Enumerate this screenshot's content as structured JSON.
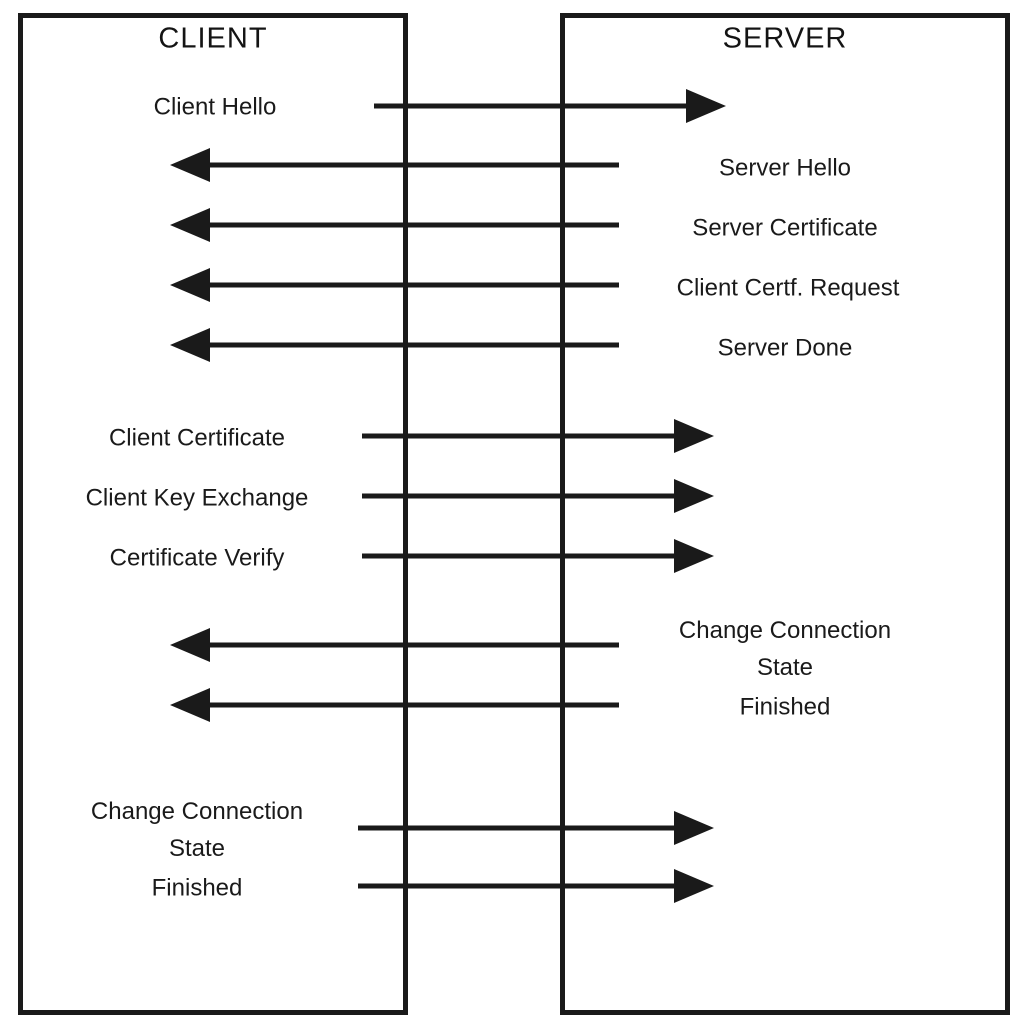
{
  "diagram": {
    "client": {
      "header": "CLIENT"
    },
    "server": {
      "header": "SERVER"
    },
    "messages": [
      {
        "id": "client-hello",
        "label": "Client Hello",
        "from": "client",
        "to": "server"
      },
      {
        "id": "server-hello",
        "label": "Server Hello",
        "from": "server",
        "to": "client"
      },
      {
        "id": "server-certificate",
        "label": "Server Certificate",
        "from": "server",
        "to": "client"
      },
      {
        "id": "client-certf-request",
        "label": "Client Certf. Request",
        "from": "server",
        "to": "client"
      },
      {
        "id": "server-done",
        "label": "Server Done",
        "from": "server",
        "to": "client"
      },
      {
        "id": "client-certificate",
        "label": "Client Certificate",
        "from": "client",
        "to": "server"
      },
      {
        "id": "client-key-exchange",
        "label": "Client Key Exchange",
        "from": "client",
        "to": "server"
      },
      {
        "id": "certificate-verify",
        "label": "Certificate Verify",
        "from": "client",
        "to": "server"
      },
      {
        "id": "change-connection-state-server",
        "label": "Change Connection State",
        "from": "server",
        "to": "client"
      },
      {
        "id": "finished-server",
        "label": "Finished",
        "from": "server",
        "to": "client"
      },
      {
        "id": "change-connection-state-client",
        "label": "Change Connection State",
        "from": "client",
        "to": "server"
      },
      {
        "id": "finished-client",
        "label": "Finished",
        "from": "client",
        "to": "server"
      }
    ],
    "colors": {
      "line": "#1a1a1a",
      "background": "#ffffff"
    }
  }
}
